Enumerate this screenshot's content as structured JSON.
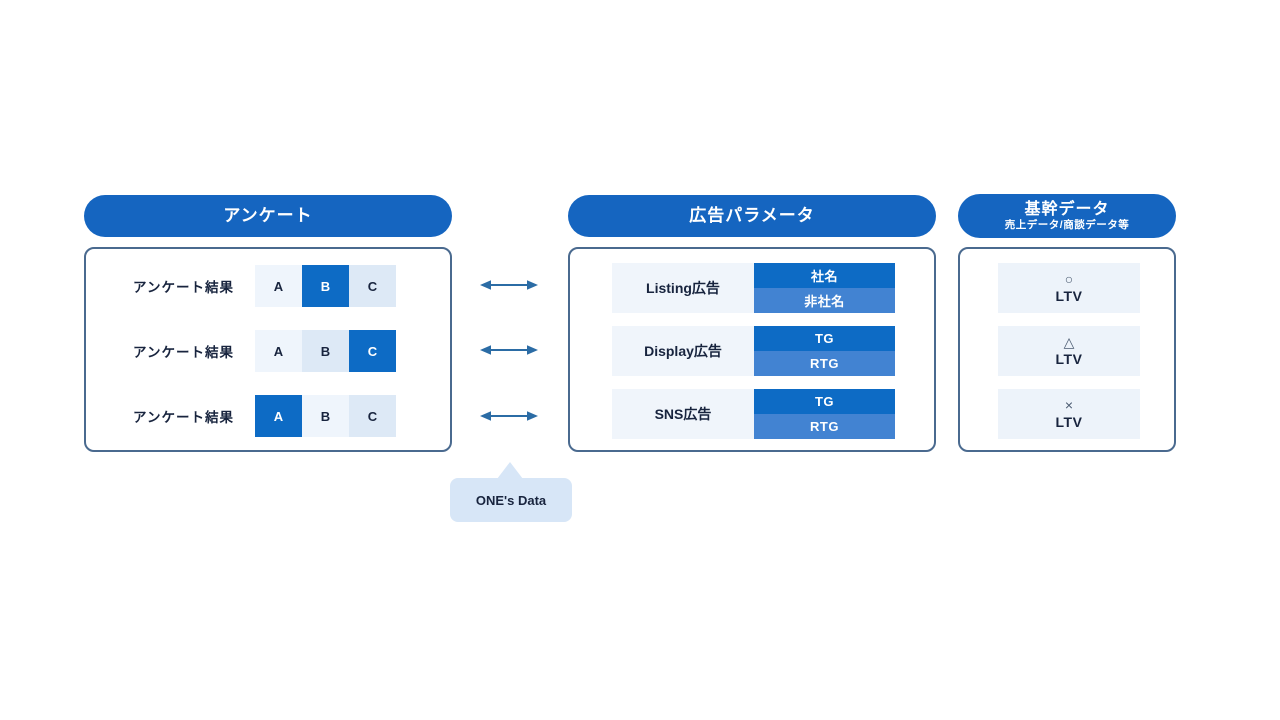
{
  "palette": {
    "primary": "#1565C0",
    "active": "#0D6BC5",
    "secondary": "#4283D2",
    "light1": "#EFF5FC",
    "light2": "#DDE9F6",
    "cellbg": "#F0F5FB",
    "ltvbg": "#EDF3FA",
    "border": "#4A6A8F",
    "arrow": "#2B6CA5",
    "navy": "#18243E",
    "callout": "#D7E6F7",
    "symbol": "#4A5A70"
  },
  "survey": {
    "header": "アンケート",
    "rows": [
      {
        "label": "アンケート結果",
        "cells": [
          {
            "text": "A",
            "state": "light1"
          },
          {
            "text": "B",
            "state": "active"
          },
          {
            "text": "C",
            "state": "light2"
          }
        ]
      },
      {
        "label": "アンケート結果",
        "cells": [
          {
            "text": "A",
            "state": "light1"
          },
          {
            "text": "B",
            "state": "light2"
          },
          {
            "text": "C",
            "state": "active"
          }
        ]
      },
      {
        "label": "アンケート結果",
        "cells": [
          {
            "text": "A",
            "state": "active"
          },
          {
            "text": "B",
            "state": "light1"
          },
          {
            "text": "C",
            "state": "light2"
          }
        ]
      }
    ]
  },
  "ads": {
    "header": "広告パラメータ",
    "rows": [
      {
        "label": "Listing広告",
        "primary": "社名",
        "secondary": "非社名"
      },
      {
        "label": "Display広告",
        "primary": "TG",
        "secondary": "RTG"
      },
      {
        "label": "SNS広告",
        "primary": "TG",
        "secondary": "RTG"
      }
    ]
  },
  "core": {
    "header": "基幹データ",
    "subheader": "売上データ/商談データ等",
    "items": [
      {
        "symbol": "○",
        "label": "LTV"
      },
      {
        "symbol": "△",
        "label": "LTV"
      },
      {
        "symbol": "×",
        "label": "LTV"
      }
    ]
  },
  "callout": {
    "label": "ONE's Data"
  }
}
